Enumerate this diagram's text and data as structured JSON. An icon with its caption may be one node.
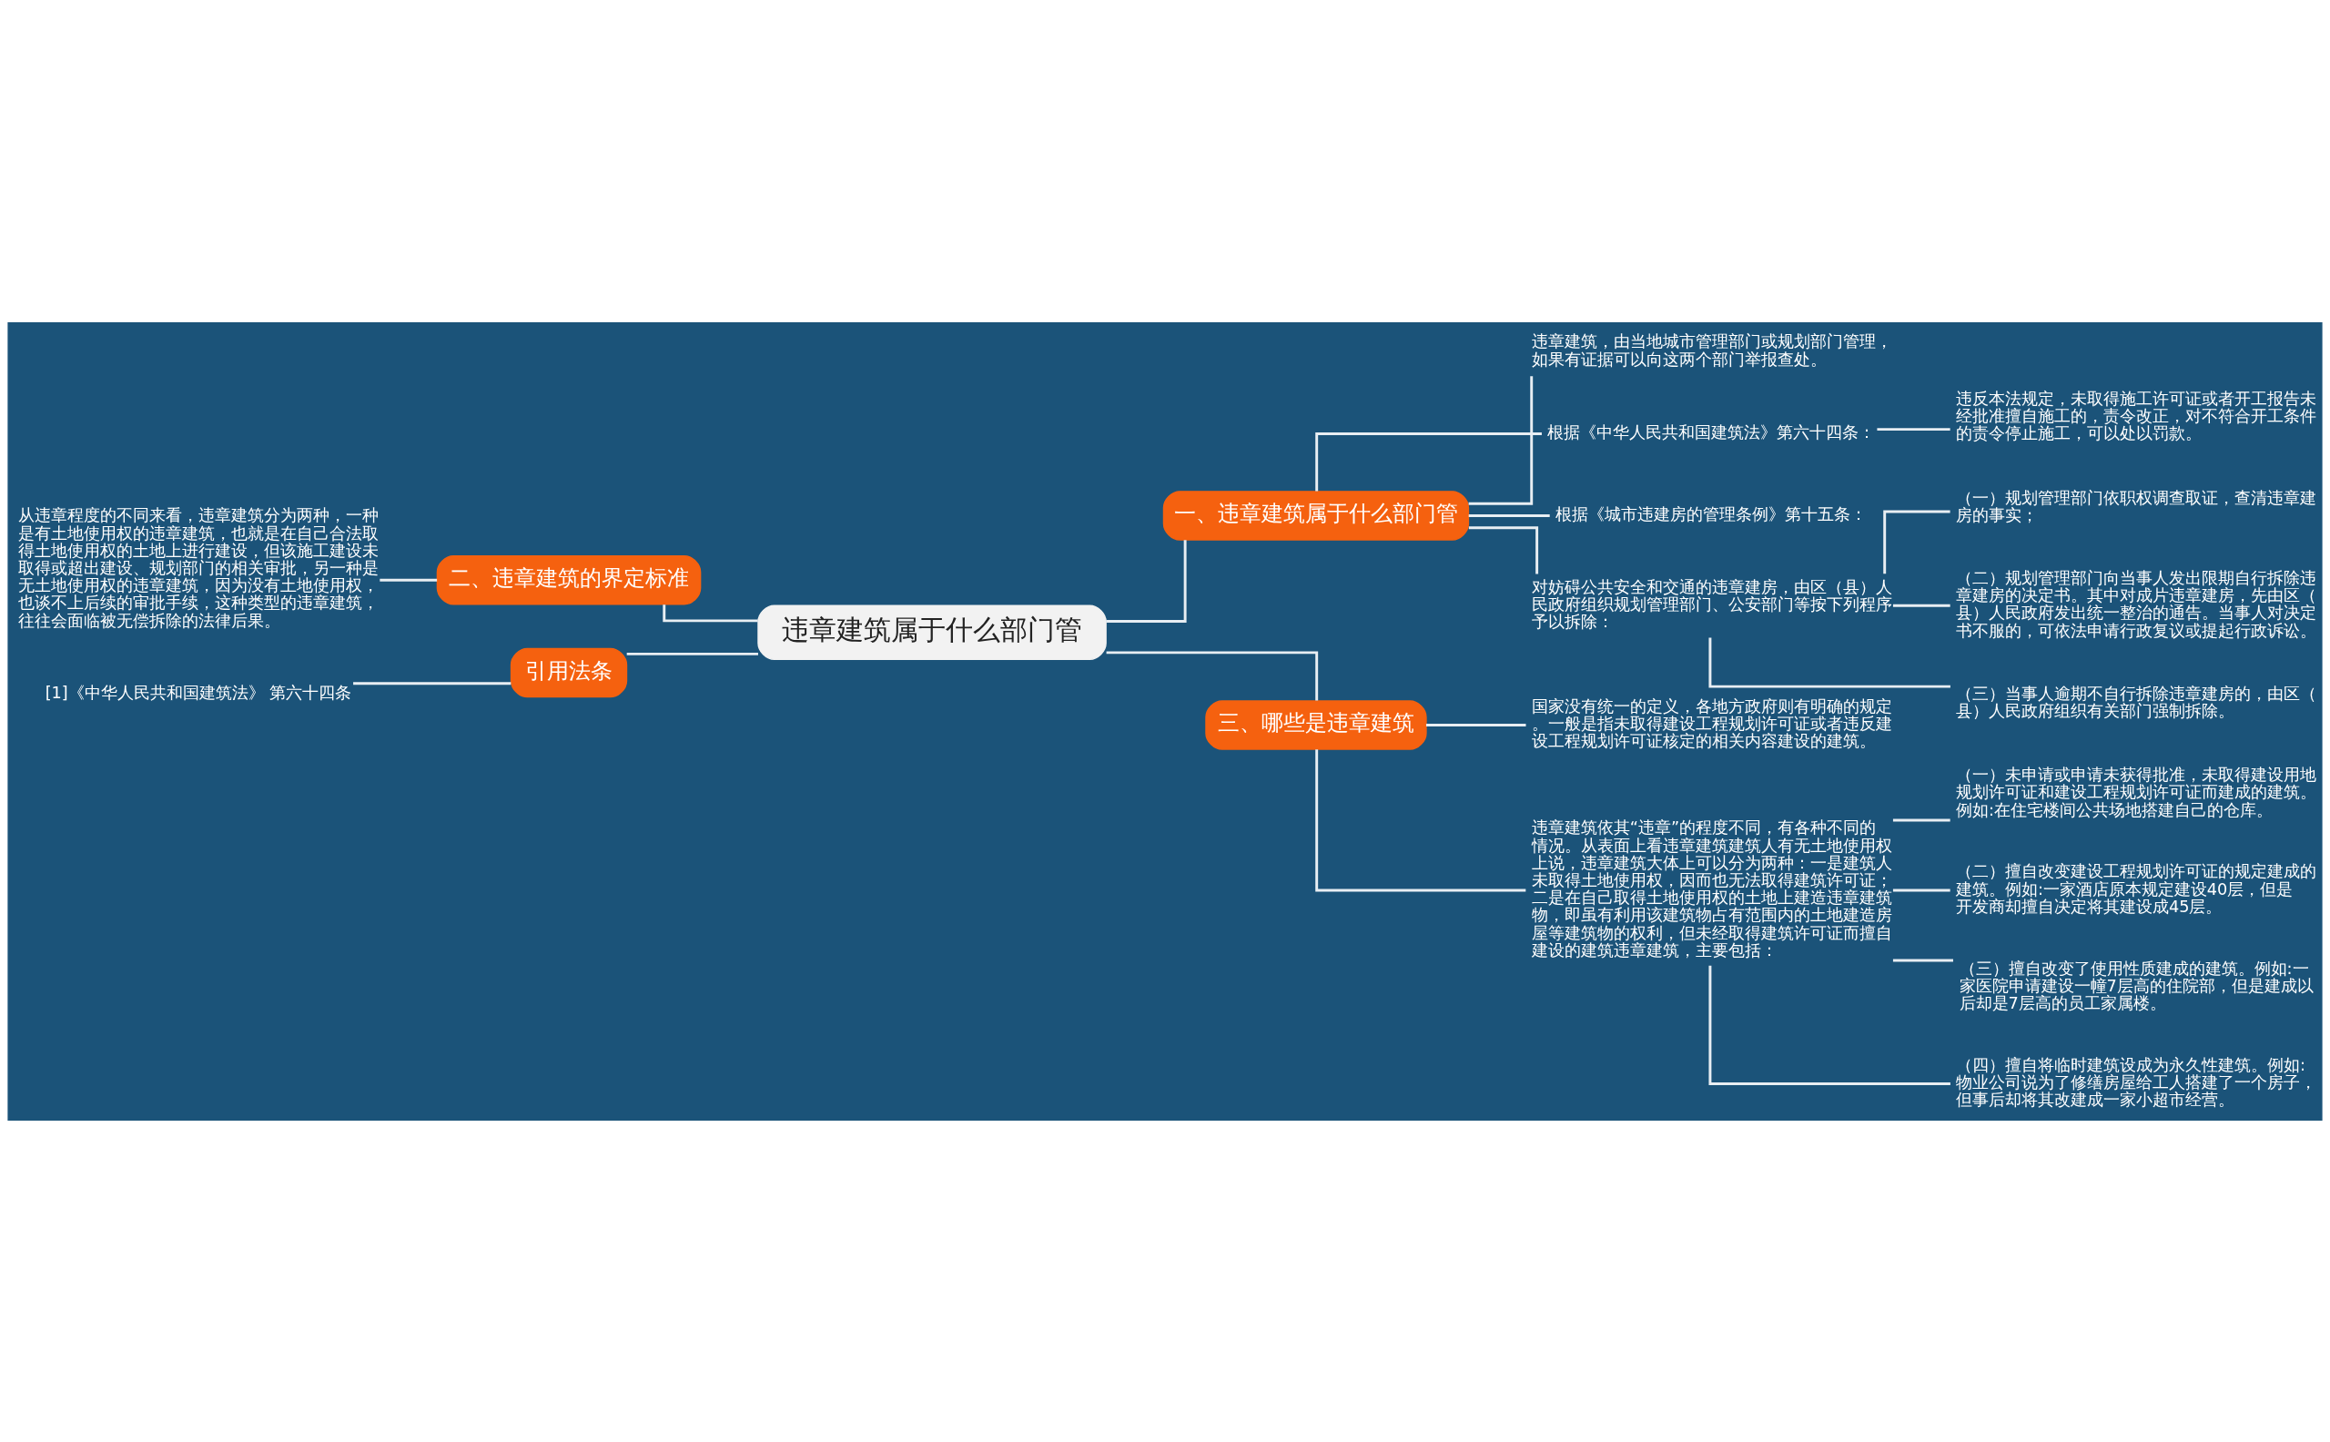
{
  "diagram": {
    "nodes": [
      {
        "text": [
          "违章建筑属于什么部门管"
        ]
      },
      {
        "text": [
          "一、违章建筑属于什么部门管"
        ]
      },
      {
        "text": [
          "违章建筑，由当地城市管理部门或规划部门管理，如果有证据可以向这两个部门举报查处。"
        ]
      },
      {
        "text": [
          "根据《中华人民共和国建筑法》第六十四条："
        ]
      },
      {
        "text": [
          "违反本法规定，未取得施工许可证或者开工报告未经批准擅自施工的，责令改正，对不符合开工条件的责令停止施工，可以处以罚款。"
        ]
      },
      {
        "text": [
          "根据《城市违建房的管理条例》第十五条："
        ]
      },
      {
        "text": [
          "对妨碍公共安全和交通的违章建房，由区（县）人民政府组织规划管理部门、公安部门等按下列程序予以拆除："
        ]
      },
      {
        "text": [
          "（一）规划管理部门依职权调查取证，查清违章建房的事实；"
        ]
      },
      {
        "text": [
          "（二）规划管理部门向当事人发出限期自行拆除违章建房的决定书。其中对成片违章建房，先由区（县）人民政府发出统一整治的通告。当事人对决定书不服的，可依法申请行政复议或提起行政诉讼。"
        ]
      },
      {
        "text": [
          "（三）当事人逾期不自行拆除违章建房的，由区（县）人民政府组织有关部门强制拆除。"
        ]
      },
      {
        "text": [
          "二、违章建筑的界定标准"
        ]
      },
      {
        "text": [
          "从违章程度的不同来看，违章建筑分为两种，一种是有土地使用权的违章建筑，也就是在自己合法取得土地使用权的土地上进行建设，但该施工建设未取得或超出建设、规划部门的相关审批，另一种是无土地使用权的违章建筑，因为没有土地使用权，也谈不上后续的审批手续，这种类型的违章建筑，往往会面临被无偿拆除的法律后果。"
        ]
      },
      {
        "text": [
          "引用法条"
        ]
      },
      {
        "text": [
          "[1]《中华人民共和国建筑法》 第六十四条"
        ]
      },
      {
        "text": [
          "三、哪些是违章建筑"
        ]
      },
      {
        "text": [
          "国家没有统一的定义，各地方政府则有明确的规定。一般是指未取得建设工程规划许可证或者违反建设工程规划许可证核定的相关内容建设的建筑。"
        ]
      },
      {
        "text": [
          "违章建筑依其“违章”的程度不同，有各种不同的情况。从表面上看违章建筑建筑人有无土地使用权上说，违章建筑大体上可以分为两种：一是建筑人未取得土地使用权，因而也无法取得建筑许可证；二是在自己取得土地使用权的土地上建造违章建筑物，即虽有利用该建筑物占有范围内的土地建造房屋等建筑物的权利，但未经取得建筑许可证而擅自建设的建筑违章建筑，主要包括："
        ]
      },
      {
        "text": [
          "（一）未申请或申请未获得批准，未取得建设用地规划许可证和建设工程规划许可证而建成的建筑。例如:在住宅楼间公共场地搭建自己的仓库。"
        ]
      },
      {
        "text": [
          "（二）擅自改变建设工程规划许可证的规定建成的建筑。例如:一家酒店原本规定建设40层，但是开发商却擅自决定将其建设成45层。"
        ]
      },
      {
        "text": [
          "（三）擅自改变了使用性质建成的建筑。例如:一家医院申请建设一幢7层高的住院部，但是建成以后却是7层高的员工家属楼。"
        ]
      },
      {
        "text": [
          "（四）擅自将临时建筑设成为永久性建筑。例如:物业公司说为了修缮房屋给工人搭建了一个房子，但事后却将其改建成一家小超市经营。"
        ]
      }
    ],
    "edges": [
      {
        "from": 0,
        "to": 1,
        "arrow": "none"
      },
      {
        "from": 1,
        "to": 2,
        "arrow": "none"
      },
      {
        "from": 1,
        "to": 3,
        "arrow": "none"
      },
      {
        "from": 3,
        "to": 4,
        "arrow": "none"
      },
      {
        "from": 1,
        "to": 5,
        "arrow": "none"
      },
      {
        "from": 1,
        "to": 6,
        "arrow": "none"
      },
      {
        "from": 6,
        "to": 7,
        "arrow": "none"
      },
      {
        "from": 6,
        "to": 8,
        "arrow": "none"
      },
      {
        "from": 6,
        "to": 9,
        "arrow": "none"
      },
      {
        "from": 0,
        "to": 10,
        "arrow": "none"
      },
      {
        "from": 10,
        "to": 11,
        "arrow": "none"
      },
      {
        "from": 0,
        "to": 12,
        "arrow": "none"
      },
      {
        "from": 12,
        "to": 13,
        "arrow": "none"
      },
      {
        "from": 0,
        "to": 14,
        "arrow": "none"
      },
      {
        "from": 14,
        "to": 15,
        "arrow": "none"
      },
      {
        "from": 14,
        "to": 16,
        "arrow": "none"
      },
      {
        "from": 16,
        "to": 17,
        "arrow": "none"
      },
      {
        "from": 16,
        "to": 18,
        "arrow": "none"
      },
      {
        "from": 16,
        "to": 19,
        "arrow": "none"
      },
      {
        "from": 16,
        "to": 20,
        "arrow": "none"
      }
    ]
  }
}
